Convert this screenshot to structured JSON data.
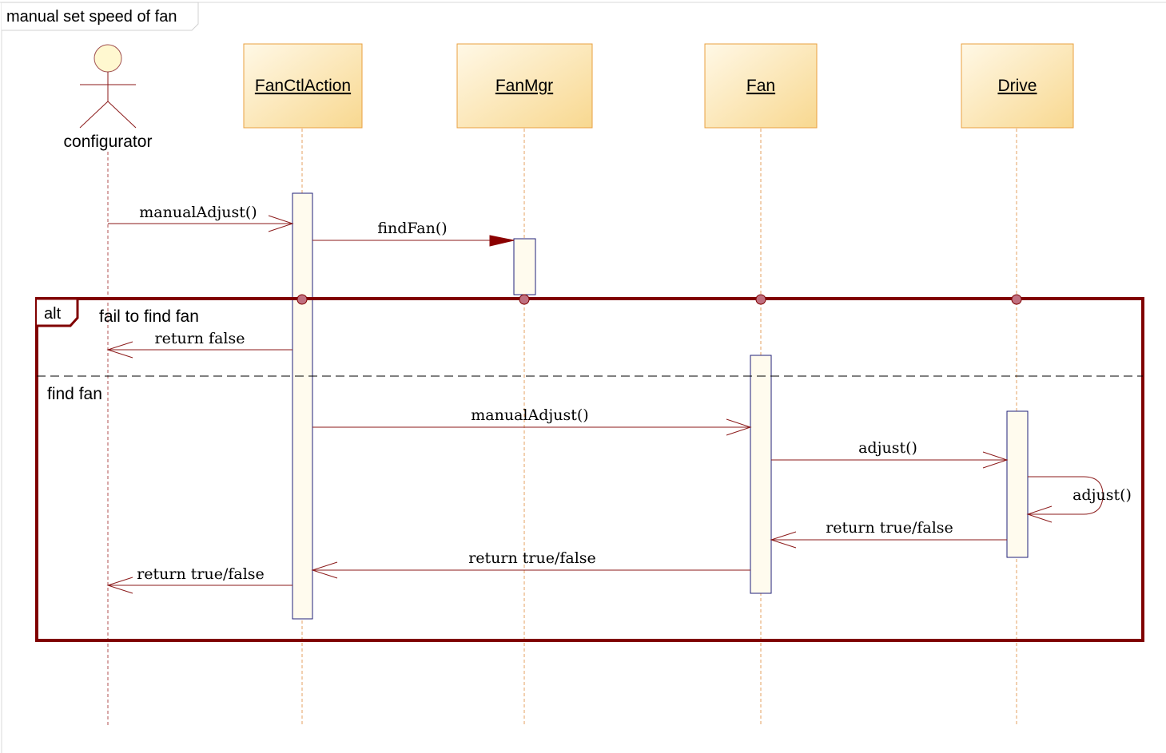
{
  "diagram": {
    "title": "manual set speed of fan",
    "colors": {
      "frame": "#800000",
      "message": "#8b1a1a",
      "lifeline": "#e6a060",
      "box_border": "#e9a040",
      "box_fill_top": "#fff8e6",
      "box_fill_bottom": "#f8d890",
      "activation_border": "#20207a",
      "activation_fill": "#fffbee",
      "actor_head": "#fff8d0"
    },
    "participants": [
      {
        "id": "configurator",
        "label": "configurator",
        "kind": "actor"
      },
      {
        "id": "fanctlaction",
        "label": "FanCtlAction",
        "kind": "object"
      },
      {
        "id": "fanmgr",
        "label": "FanMgr",
        "kind": "object"
      },
      {
        "id": "fan",
        "label": "Fan",
        "kind": "object"
      },
      {
        "id": "drive",
        "label": "Drive",
        "kind": "object"
      }
    ],
    "messages": [
      {
        "id": "m1",
        "label": "manualAdjust()",
        "from": "configurator",
        "to": "fanctlaction",
        "type": "async"
      },
      {
        "id": "m2",
        "label": "findFan()",
        "from": "fanctlaction",
        "to": "fanmgr",
        "type": "sync"
      },
      {
        "id": "m3",
        "label": "return false",
        "from": "fanctlaction",
        "to": "configurator",
        "type": "return"
      },
      {
        "id": "m4",
        "label": "manualAdjust()",
        "from": "fanctlaction",
        "to": "fan",
        "type": "async"
      },
      {
        "id": "m5",
        "label": "adjust()",
        "from": "fan",
        "to": "drive",
        "type": "async"
      },
      {
        "id": "m6",
        "label": "adjust()",
        "from": "drive",
        "to": "drive",
        "type": "self"
      },
      {
        "id": "m7",
        "label": "return true/false",
        "from": "drive",
        "to": "fan",
        "type": "return"
      },
      {
        "id": "m8",
        "label": "return true/false",
        "from": "fan",
        "to": "fanctlaction",
        "type": "return"
      },
      {
        "id": "m9",
        "label": "return true/false",
        "from": "fanctlaction",
        "to": "configurator",
        "type": "return"
      }
    ],
    "fragment": {
      "operator": "alt",
      "guards": [
        "fail to find fan",
        "find fan"
      ]
    }
  }
}
